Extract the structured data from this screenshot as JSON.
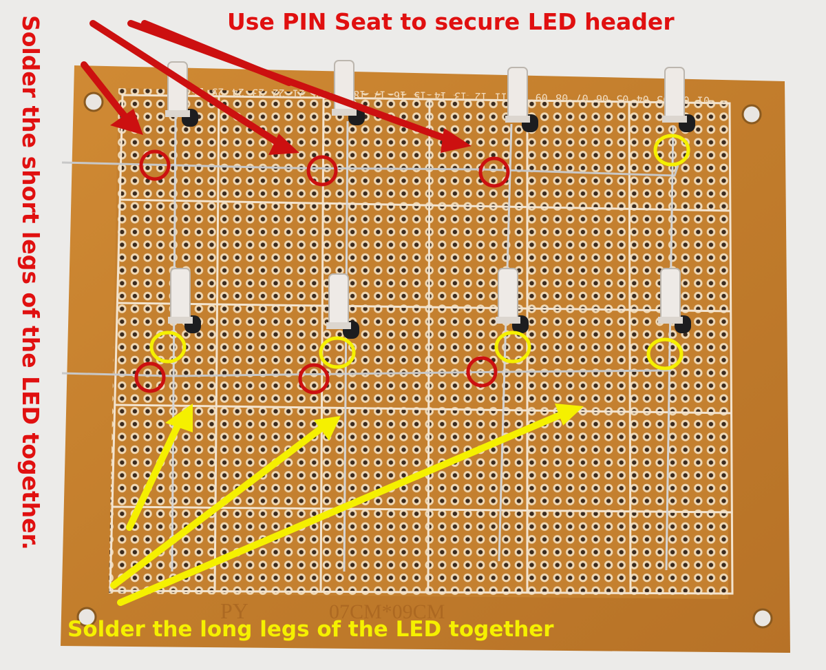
{
  "annotations": {
    "top": "Use PIN Seat to secure LED header",
    "left": "Solder the short legs of the LED together.",
    "bottom": "Solder the long legs of the LED together"
  },
  "board": {
    "brand": "PY",
    "size": "07CM*09CM",
    "column_labels": [
      "26",
      "25",
      "24",
      "23",
      "22",
      "21",
      "20",
      "19",
      "18",
      "17",
      "16",
      "15",
      "14",
      "13",
      "12",
      "11",
      "10",
      "09",
      "08",
      "07",
      "06",
      "05",
      "04",
      "03",
      "02",
      "01"
    ]
  },
  "colors": {
    "annotation_red": "#e01010",
    "annotation_yellow": "#f5f000",
    "board": "#c7842f",
    "silkscreen": "#f3e4cf"
  },
  "components": {
    "led_count": 8,
    "led_rows": 2,
    "led_columns": 4
  }
}
